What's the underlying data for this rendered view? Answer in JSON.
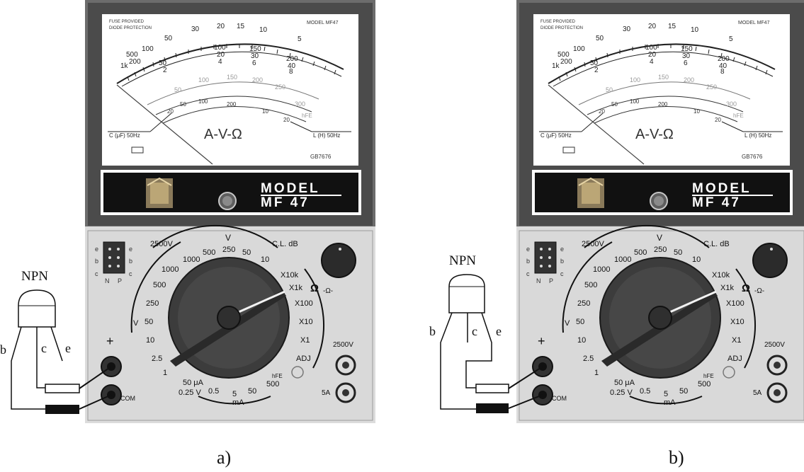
{
  "panels": [
    {
      "id": "a",
      "caption": "a)",
      "transistor_label": "NPN",
      "pins": {
        "b": "b",
        "c": "c",
        "e": "e"
      }
    },
    {
      "id": "b",
      "caption": "b)",
      "transistor_label": "NPN",
      "pins": {
        "b": "b",
        "c": "c",
        "e": "e"
      }
    }
  ],
  "meter": {
    "fuse_line1": "FUSE  PROVIDED",
    "fuse_line2": "DIODE  PROTECTION",
    "model_small": "MODEL   MF47",
    "scale_top": [
      "50",
      "30",
      "20",
      "15",
      "10",
      "5"
    ],
    "scale_left": [
      "1k",
      "500",
      "200",
      "100"
    ],
    "scale_mid": [
      "100",
      "20",
      "4",
      "150",
      "30",
      "6",
      "200",
      "40",
      "8"
    ],
    "scale_hfe": [
      "50",
      "100",
      "150",
      "200",
      "250",
      "300"
    ],
    "capacitor_label": "C (μF) 50Hz",
    "inductor_label": "L (H) 50Hz",
    "avo_text": "A-V-Ω",
    "hfe_label": "hFE",
    "standard_code": "GB7676",
    "banner_line1": "MODEL",
    "banner_line2": "MF  47",
    "range_2500v": "2500V",
    "range_v": "V",
    "range_cl_db": "C.L. dB",
    "dcv_values": [
      "1000",
      "500",
      "250",
      "50",
      "10",
      "2.5",
      "1"
    ],
    "acv_values": [
      "1000",
      "500",
      "250",
      "50",
      "10"
    ],
    "ohm_values": [
      "X10k",
      "X1k",
      "X100",
      "X10",
      "X1"
    ],
    "ohm_symbol": "Ω",
    "ohm_adj_symbol": "-Ω-",
    "adj_label": "ADJ",
    "ma_values": [
      "50 μA",
      "0.25 V",
      "0.5",
      "5",
      "50",
      "500"
    ],
    "ma_label": "mA",
    "v_label": "V",
    "socket_letters_left": [
      "e",
      "b",
      "c"
    ],
    "socket_letters_right": [
      "e",
      "b",
      "c"
    ],
    "socket_n": "N",
    "socket_p": "P",
    "plus": "+",
    "minus": "—",
    "com": "COM",
    "jack_2500": "2500V",
    "jack_5a": "5A"
  }
}
